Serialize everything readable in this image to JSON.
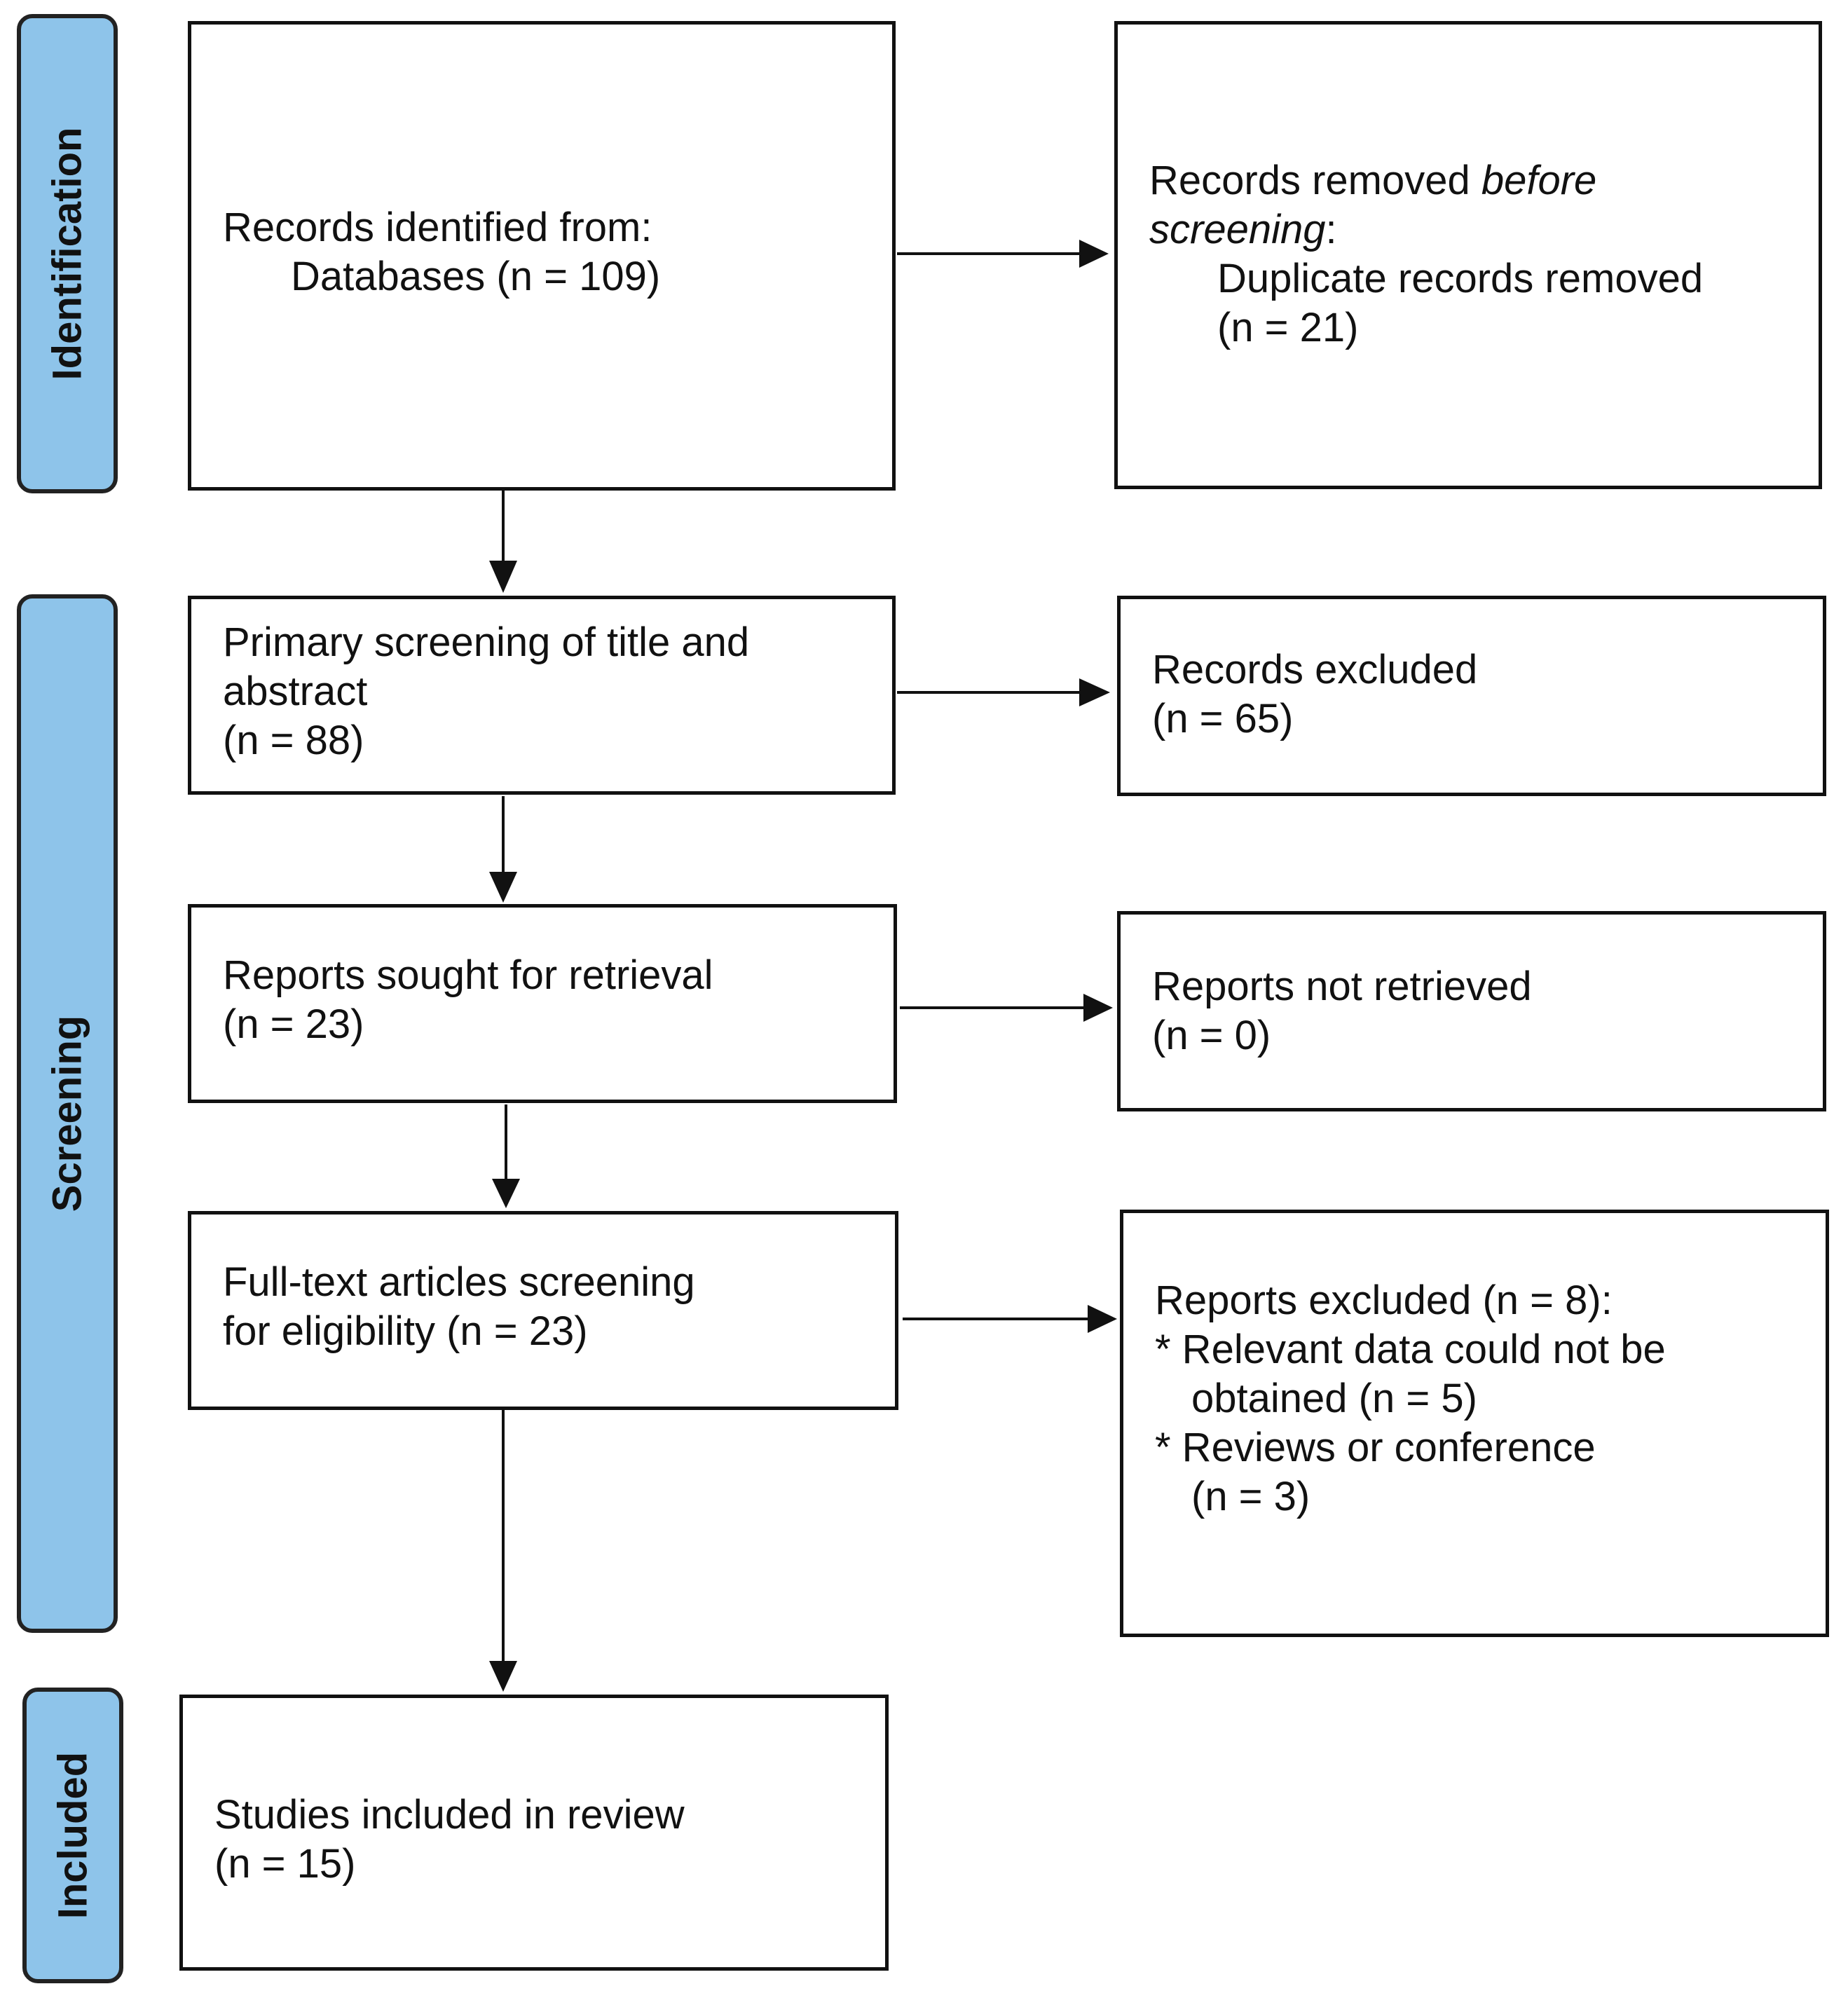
{
  "phases": {
    "identification": "Identification",
    "screening": "Screening",
    "included": "Included"
  },
  "boxes": {
    "records_identified": {
      "line1": "Records identified from:",
      "line2": "Databases (n = 109)"
    },
    "records_removed": {
      "line1_a": "Records removed ",
      "line1_b": "before",
      "line2_a": "screening",
      "line2_b": ":",
      "line3": "Duplicate records removed",
      "line4": "(n = 21)"
    },
    "primary_screening": {
      "line1": "Primary screening of title and",
      "line2": "abstract",
      "line3": "(n = 88)"
    },
    "records_excluded": {
      "line1": "Records excluded",
      "line2": "(n = 65)"
    },
    "reports_sought": {
      "line1": "Reports sought for retrieval",
      "line2": "(n = 23)"
    },
    "reports_not_retrieved": {
      "line1": "Reports not retrieved",
      "line2": "(n = 0)"
    },
    "full_text": {
      "line1": "Full-text articles screening",
      "line2": "for eligibility (n = 23)"
    },
    "reports_excluded": {
      "line1": "Reports excluded (n = 8):",
      "line2": "* Relevant data could not be",
      "line3": "obtained (n = 5)",
      "line4": "* Reviews or conference",
      "line5": "(n = 3)"
    },
    "studies_included": {
      "line1": "Studies included in review",
      "line2": "(n = 15)"
    }
  },
  "colors": {
    "phase_fill": "#8ec4ea",
    "border": "#111111"
  }
}
